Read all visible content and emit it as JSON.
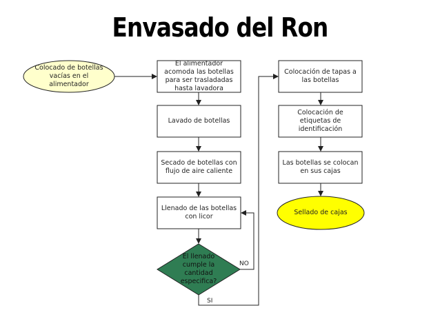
{
  "title": "Envasado del Ron",
  "nodes": {
    "start": "Colocado de botellas vacías en el alimentador",
    "feeder": "El alimentador acomoda las botellas para ser trasladadas hasta lavadora",
    "wash": "Lavado de botellas",
    "dry": "Secado de botellas con flujo de aire caliente",
    "fill": "Llenado de las botellas con licor",
    "decision": "El llenado cumple la cantidad especifica?",
    "caps": "Colocación de tapas a las botellas",
    "labels": "Colocación de etiquetas de identificación",
    "boxing": "Las botellas se colocan en sus cajas",
    "seal": "Sellado de cajas"
  },
  "edge_labels": {
    "no": "NO",
    "yes": "SI"
  },
  "colors": {
    "start_fill": "#ffffcc",
    "end_fill": "#ffff00",
    "decision_fill": "#2f7d53",
    "box_stroke": "#222222"
  }
}
